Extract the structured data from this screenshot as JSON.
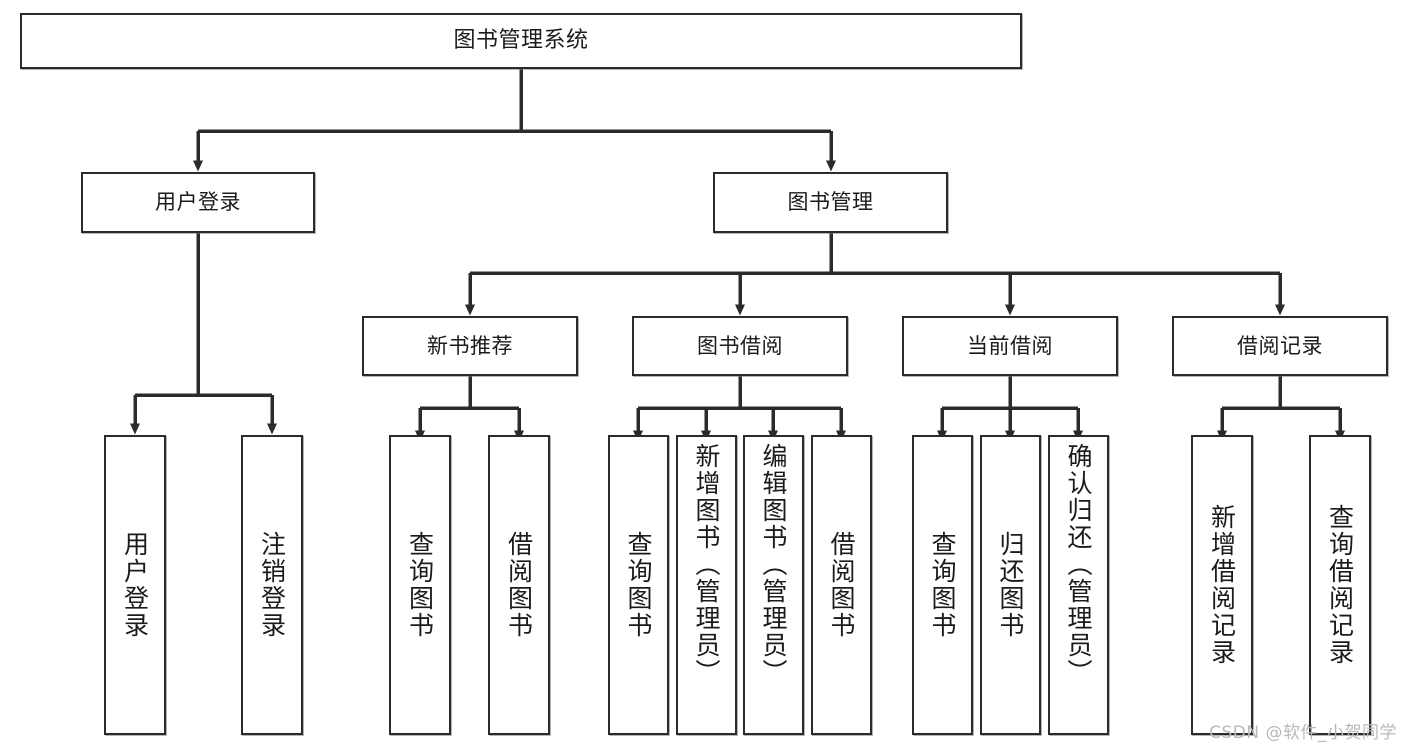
{
  "diagram": {
    "type": "tree",
    "title": "图书管理系统",
    "watermark": "CSDN @软件_小贺同学",
    "colors": {
      "box_border": "#2b2b2b",
      "box_fill": "#ffffff",
      "connector": "#2b2b2b",
      "watermark": "#b9b9b9",
      "background": "#ffffff"
    },
    "levels": {
      "root": "图书管理系统",
      "level2": [
        "用户登录",
        "图书管理"
      ],
      "level3": [
        "新书推荐",
        "图书借阅",
        "当前借阅",
        "借阅记录"
      ],
      "level4": [
        "用户登录",
        "注销登录",
        "查询图书",
        "借阅图书",
        "查询图书",
        "新增图书（管理员）",
        "编辑图书（管理员）",
        "借阅图书",
        "查询图书",
        "归还图书",
        "确认归还（管理员）",
        "新增借阅记录",
        "查询借阅记录"
      ]
    },
    "nodes": {
      "root": {
        "label": "图书管理系统"
      },
      "user_login": {
        "label": "用户登录"
      },
      "book_manage": {
        "label": "图书管理"
      },
      "new_book_rec": {
        "label": "新书推荐"
      },
      "book_borrow": {
        "label": "图书借阅"
      },
      "current_borrow": {
        "label": "当前借阅"
      },
      "borrow_record": {
        "label": "借阅记录"
      },
      "leaf_user_login": {
        "label": "用户登录"
      },
      "leaf_logout": {
        "label": "注销登录"
      },
      "leaf_query_book_1": {
        "label": "查询图书"
      },
      "leaf_borrow_book_1": {
        "label": "借阅图书"
      },
      "leaf_query_book_2": {
        "label": "查询图书"
      },
      "leaf_add_book": {
        "label": "新增图书（管理员）"
      },
      "leaf_edit_book": {
        "label": "编辑图书（管理员）"
      },
      "leaf_borrow_book_2": {
        "label": "借阅图书"
      },
      "leaf_query_book_3": {
        "label": "查询图书"
      },
      "leaf_return_book": {
        "label": "归还图书"
      },
      "leaf_confirm_return": {
        "label": "确认归还（管理员）"
      },
      "leaf_add_record": {
        "label": "新增借阅记录"
      },
      "leaf_query_record": {
        "label": "查询借阅记录"
      }
    },
    "edges": [
      {
        "from": "root",
        "to": "user_login"
      },
      {
        "from": "root",
        "to": "book_manage"
      },
      {
        "from": "user_login",
        "to": "leaf_user_login"
      },
      {
        "from": "user_login",
        "to": "leaf_logout"
      },
      {
        "from": "book_manage",
        "to": "new_book_rec"
      },
      {
        "from": "book_manage",
        "to": "book_borrow"
      },
      {
        "from": "book_manage",
        "to": "current_borrow"
      },
      {
        "from": "book_manage",
        "to": "borrow_record"
      },
      {
        "from": "new_book_rec",
        "to": "leaf_query_book_1"
      },
      {
        "from": "new_book_rec",
        "to": "leaf_borrow_book_1"
      },
      {
        "from": "book_borrow",
        "to": "leaf_query_book_2"
      },
      {
        "from": "book_borrow",
        "to": "leaf_add_book"
      },
      {
        "from": "book_borrow",
        "to": "leaf_edit_book"
      },
      {
        "from": "book_borrow",
        "to": "leaf_borrow_book_2"
      },
      {
        "from": "current_borrow",
        "to": "leaf_query_book_3"
      },
      {
        "from": "current_borrow",
        "to": "leaf_return_book"
      },
      {
        "from": "current_borrow",
        "to": "leaf_confirm_return"
      },
      {
        "from": "borrow_record",
        "to": "leaf_add_record"
      },
      {
        "from": "borrow_record",
        "to": "leaf_query_record"
      }
    ]
  }
}
